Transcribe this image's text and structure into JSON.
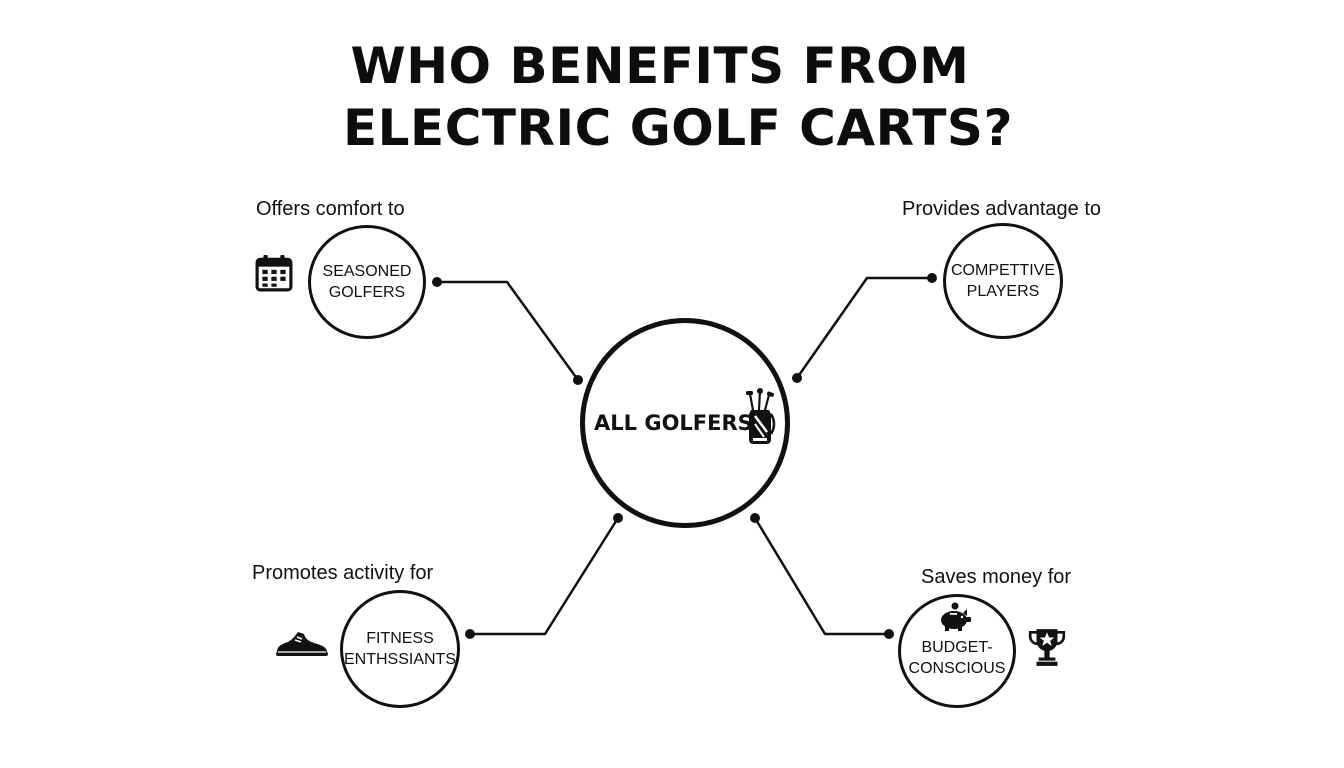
{
  "title": {
    "line1": "WHO BENEFITS FROM",
    "line2": "ELECTRIC GOLF CARTS?"
  },
  "center": {
    "label": "ALL GOLFERS",
    "icon": "golf-bag-icon"
  },
  "branches": [
    {
      "id": "seasoned",
      "caption": "Offers comfort to",
      "label": "SEASONED\nGOLFERS",
      "icon": "calendar-icon"
    },
    {
      "id": "competitive",
      "caption": "Provides advantage to",
      "label": "COMPETTIVE\nPLAYERS"
    },
    {
      "id": "fitness",
      "caption": "Promotes activity for",
      "label": "FITNESS\nENTHSSIANTS",
      "icon": "sneaker-icon"
    },
    {
      "id": "budget",
      "caption": "Saves money for",
      "label": "BUDGET-\nCONSCIOUS",
      "icons": [
        "piggy-bank-icon",
        "trophy-icon"
      ]
    }
  ],
  "colors": {
    "ink": "#111111",
    "background": "#ffffff"
  }
}
